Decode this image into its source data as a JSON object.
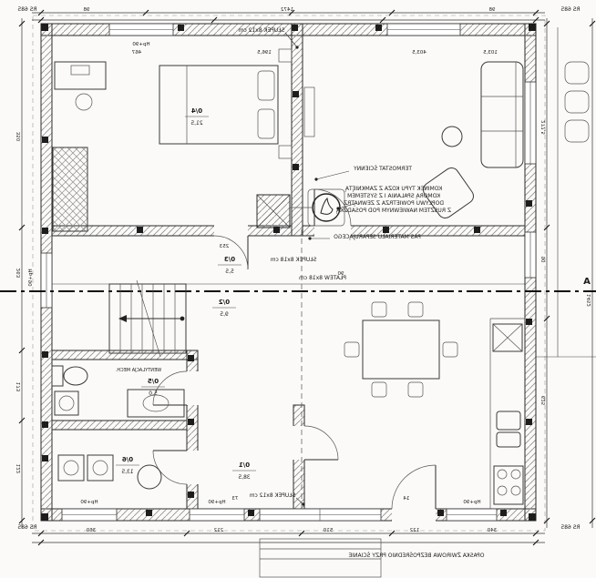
{
  "corner_marks": {
    "top_left": "RS 685",
    "top_right": "RS 685",
    "bottom_left": "RS 685",
    "bottom_right": "RS 685"
  },
  "section_label": "A",
  "annotations": {
    "post_top": "SŁUPEK 8x12 cm",
    "post_mid": "SŁUPEK 8x18 cm",
    "post_bottom": "SŁUPEK 8x12 cm",
    "purlin": "PŁATEW 8x18 cm",
    "thermostat": "TERMOSTAT ŚCIENNY",
    "separator_strip": "PAS MATERIAŁU SEPARUJĄCEGO",
    "vent": "WENTYLACJA MECH.",
    "gravel_strip": "OPASKA ŻWIROWA BEZPOŚREDNIO PRZY ŚCIANIE",
    "fireplace_note": [
      "KOMINEK TYPU KOZA Z ZAMKNIĘTĄ",
      "KOMORĄ SPALANIA I Z SYSTEMEM",
      "DOPŁYWU POWIETRZA Z ZEWNĄTRZ",
      "Z RUSZTEM NAWIEWNYM POD POSADZKĄ"
    ]
  },
  "rooms": {
    "r01": {
      "no": "0/1",
      "area": "38,5"
    },
    "r02": {
      "no": "0/2",
      "area": "9,5"
    },
    "r03": {
      "no": "0/3",
      "area": "5,5"
    },
    "r04": {
      "no": "0/4",
      "area": "21,5"
    },
    "r05": {
      "no": "0/5",
      "area": "5,0"
    },
    "r06": {
      "no": "0/6",
      "area": "13,5"
    }
  },
  "window_labels": {
    "w1": "Hp+90",
    "w2": "Hp+90",
    "w3": "Hp+90",
    "w4": "Hp+90",
    "w5": "Hp+90"
  },
  "dims": {
    "t1": "98",
    "t2": "1472",
    "t3": "98",
    "t4": "467",
    "t5": "196,5",
    "t6": "403,5",
    "t7": "103,5",
    "l1": "350",
    "l2": "263",
    "l3": "173",
    "l4": "122",
    "r1": "277,5",
    "r2": "90",
    "r3": "625",
    "r4": "1452",
    "b1": "360",
    "b2": "212",
    "b3": "510",
    "b4": "122",
    "b5": "340",
    "i1": "253",
    "i2": "73",
    "i3": "14",
    "i4": "90"
  }
}
